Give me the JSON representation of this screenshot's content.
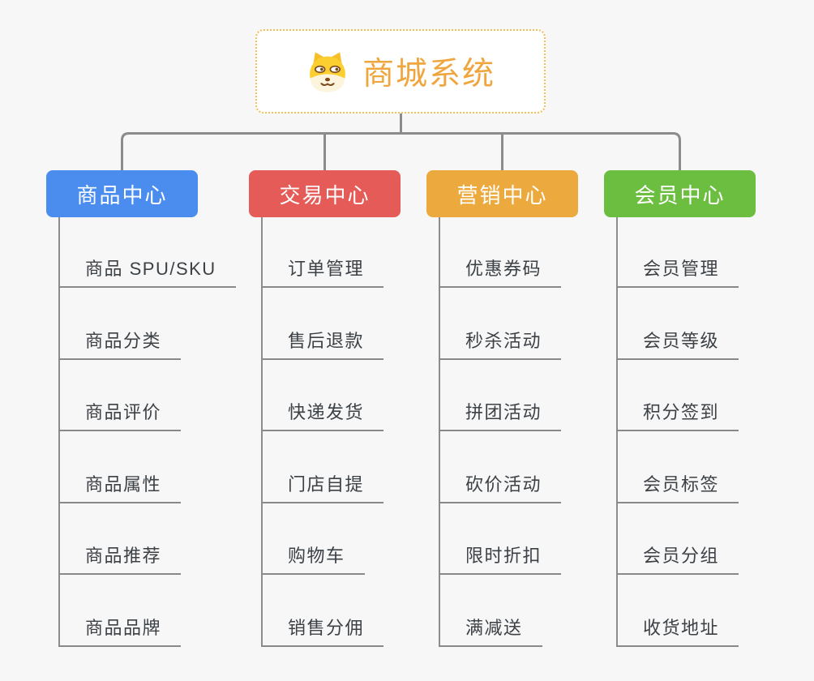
{
  "root": {
    "title": "商城系统",
    "icon": "shiba-dog-face-icon"
  },
  "colors": {
    "background": "#F7F7F7",
    "root_text": "#EFA63E",
    "root_border": "#F2BD57",
    "connector_line": "#8C8C8C",
    "leaf_underline": "#898989",
    "leaf_text": "#3C4146",
    "branch_text": "#FFFFFF"
  },
  "branches": [
    {
      "label": "商品中心",
      "color": "#4A8DEE",
      "items": [
        "商品 SPU/SKU",
        "商品分类",
        "商品评价",
        "商品属性",
        "商品推荐",
        "商品品牌"
      ]
    },
    {
      "label": "交易中心",
      "color": "#E55B57",
      "items": [
        "订单管理",
        "售后退款",
        "快递发货",
        "门店自提",
        "购物车",
        "销售分佣"
      ]
    },
    {
      "label": "营销中心",
      "color": "#ECAA3E",
      "items": [
        "优惠券码",
        "秒杀活动",
        "拼团活动",
        "砍价活动",
        "限时折扣",
        "满减送"
      ]
    },
    {
      "label": "会员中心",
      "color": "#6CBE40",
      "items": [
        "会员管理",
        "会员等级",
        "积分签到",
        "会员标签",
        "会员分组",
        "收货地址"
      ]
    }
  ]
}
